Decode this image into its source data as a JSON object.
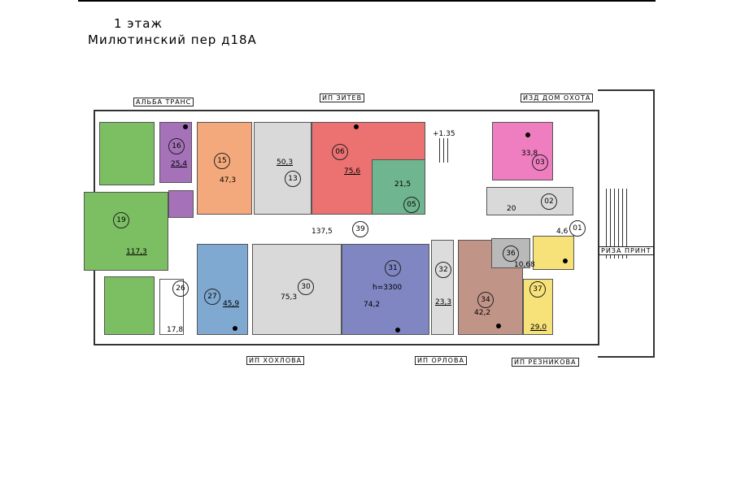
{
  "header": {
    "floor": "1 этаж",
    "address": "Милютинский пер д18А"
  },
  "tenants": [
    "АЛЬБА ТРАНС",
    "ИП ЗИТЕВ",
    "ИЗД ДОМ ОХОТА",
    "РИЗА ПРИНТ",
    "ИП ХОХЛОВА",
    "ИП ОРЛОВА",
    "ИП РЕЗНИКОВА"
  ],
  "rooms": [
    {
      "num": "19",
      "area": "117,3",
      "color": "#7cbf63"
    },
    {
      "num": "16",
      "area": "25,4",
      "color": "#a571b8"
    },
    {
      "num": "15",
      "area": "47,3",
      "color": "#f4a97c"
    },
    {
      "num": "13",
      "area": "50,3",
      "color": "#d9d9d9"
    },
    {
      "num": "06",
      "area": "75,6",
      "color": "#ec7272"
    },
    {
      "num": "05",
      "area": "21,5",
      "color": "#6fb58f"
    },
    {
      "num": "03",
      "area": "33,8",
      "color": "#ee7ec0"
    },
    {
      "num": "02",
      "area": "20",
      "color": "#d9d9d9"
    },
    {
      "num": "01",
      "area": "4,6",
      "color": "#ffffff"
    },
    {
      "num": "39",
      "area": "137,5",
      "color": "#ffffff"
    },
    {
      "num": "26",
      "area": "17,8",
      "color": "#ffffff"
    },
    {
      "num": "27",
      "area": "45,9",
      "color": "#7fa9d1"
    },
    {
      "num": "30",
      "area": "75,3",
      "color": "#d9d9d9"
    },
    {
      "num": "31",
      "area": "74,2",
      "color": "#7f86c2"
    },
    {
      "num": "32",
      "area": "23,3",
      "color": "#dcdcdc"
    },
    {
      "num": "34",
      "area": "42,2",
      "color": "#c19488"
    },
    {
      "num": "36",
      "area": "10,68",
      "color": "#b9b9b9"
    },
    {
      "num": "37",
      "area": "29,0",
      "color": "#f7e27a"
    }
  ],
  "notes": {
    "height": "h=3300",
    "level": "+1.35"
  }
}
